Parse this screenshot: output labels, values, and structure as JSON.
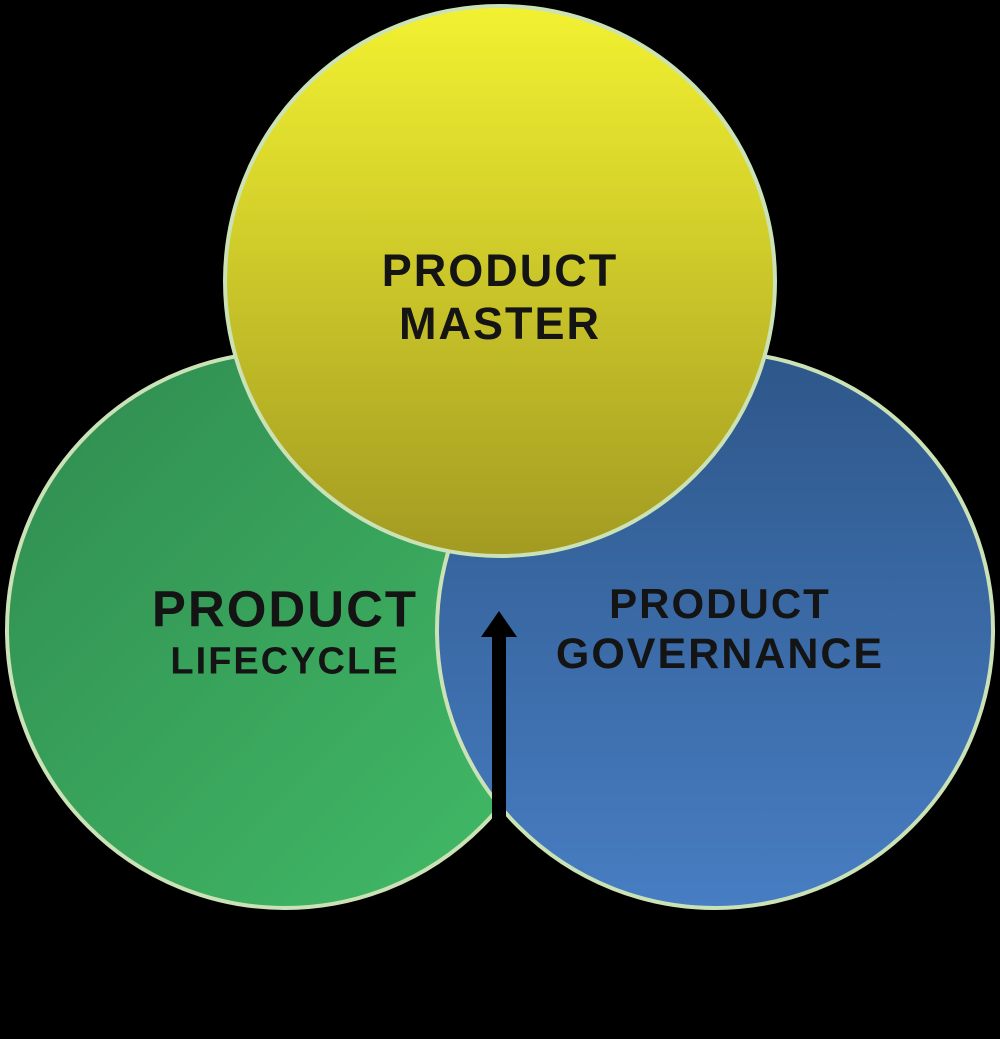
{
  "diagram": {
    "title": "Product data Venn diagram",
    "background_color": "#000000",
    "outline_color": "#cbe2b6",
    "text_color": "#141414",
    "circles": {
      "master": {
        "line1": "PRODUCT",
        "line2": "MASTER",
        "gradient_from": "#f2f130",
        "gradient_to": "#a39b22",
        "gradient_direction": "180deg"
      },
      "lifecycle": {
        "line1": "PRODUCT",
        "line2": "LIFECYCLE",
        "gradient_from": "#2f8b50",
        "gradient_to": "#42bc67",
        "gradient_direction": "135deg"
      },
      "governance": {
        "line1": "PRODUCT",
        "line2": "GOVERNANCE",
        "gradient_from": "#2e578a",
        "gradient_to": "#477dc2",
        "gradient_direction": "180deg"
      }
    },
    "arrow": {
      "name": "upward-arrow",
      "color": "#000000",
      "direction": "up"
    }
  }
}
